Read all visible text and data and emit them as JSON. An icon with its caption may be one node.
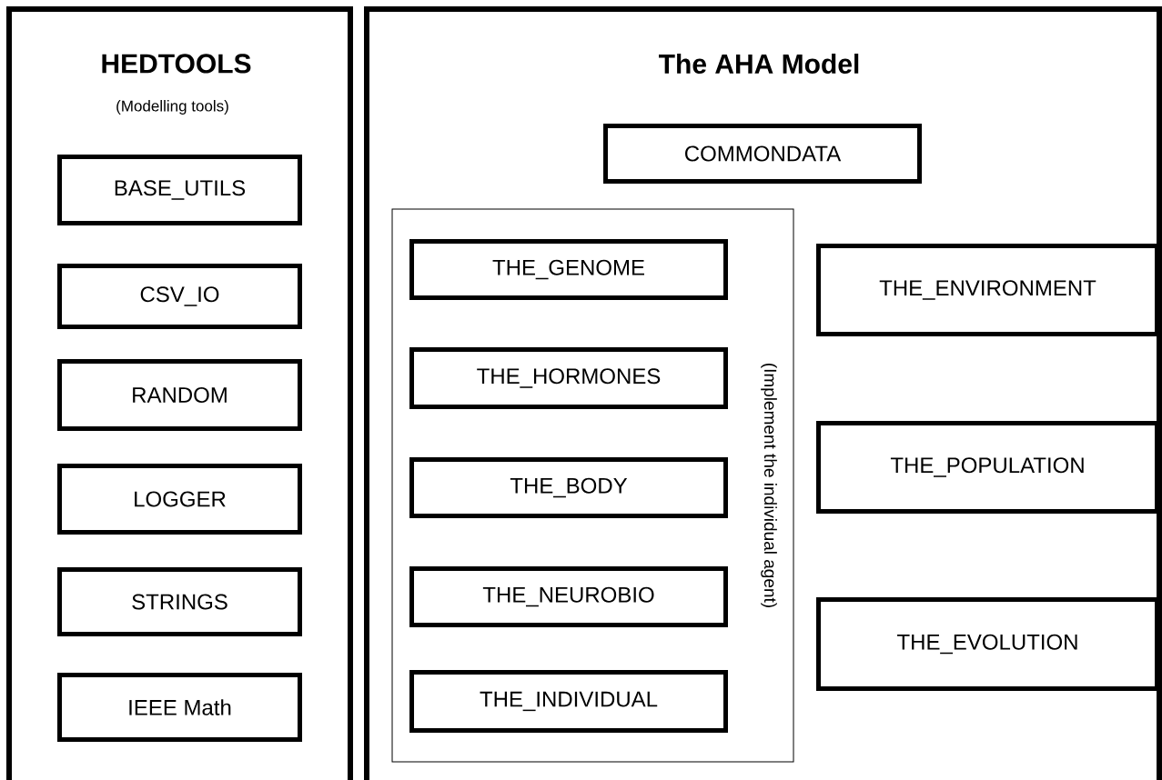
{
  "diagram": {
    "nodes": [
      {
        "text": [
          "HEDTOOLS",
          "(Modelling tools)"
        ]
      },
      {
        "text": [
          "BASE_UTILS"
        ],
        "in": 0
      },
      {
        "text": [
          "CSV_IO"
        ],
        "in": 0
      },
      {
        "text": [
          "RANDOM"
        ],
        "in": 0
      },
      {
        "text": [
          "LOGGER"
        ],
        "in": 0
      },
      {
        "text": [
          "STRINGS"
        ],
        "in": 0
      },
      {
        "text": [
          "IEEE Math"
        ],
        "in": 0
      },
      {
        "text": [
          "The AHA Model"
        ]
      },
      {
        "text": [
          "COMMONDATA"
        ],
        "in": 7
      },
      {
        "text": [
          "(Implement the individual agent)"
        ],
        "in": 7
      },
      {
        "text": [
          "THE_GENOME"
        ],
        "in": 9
      },
      {
        "text": [
          "THE_HORMONES"
        ],
        "in": 9
      },
      {
        "text": [
          "THE_BODY"
        ],
        "in": 9
      },
      {
        "text": [
          "THE_NEUROBIO"
        ],
        "in": 9
      },
      {
        "text": [
          "THE_INDIVIDUAL"
        ],
        "in": 9
      },
      {
        "text": [
          "THE_ENVIRONMENT"
        ],
        "in": 7
      },
      {
        "text": [
          "THE_POPULATION"
        ],
        "in": 7
      },
      {
        "text": [
          "THE_EVOLUTION"
        ],
        "in": 7
      }
    ]
  }
}
